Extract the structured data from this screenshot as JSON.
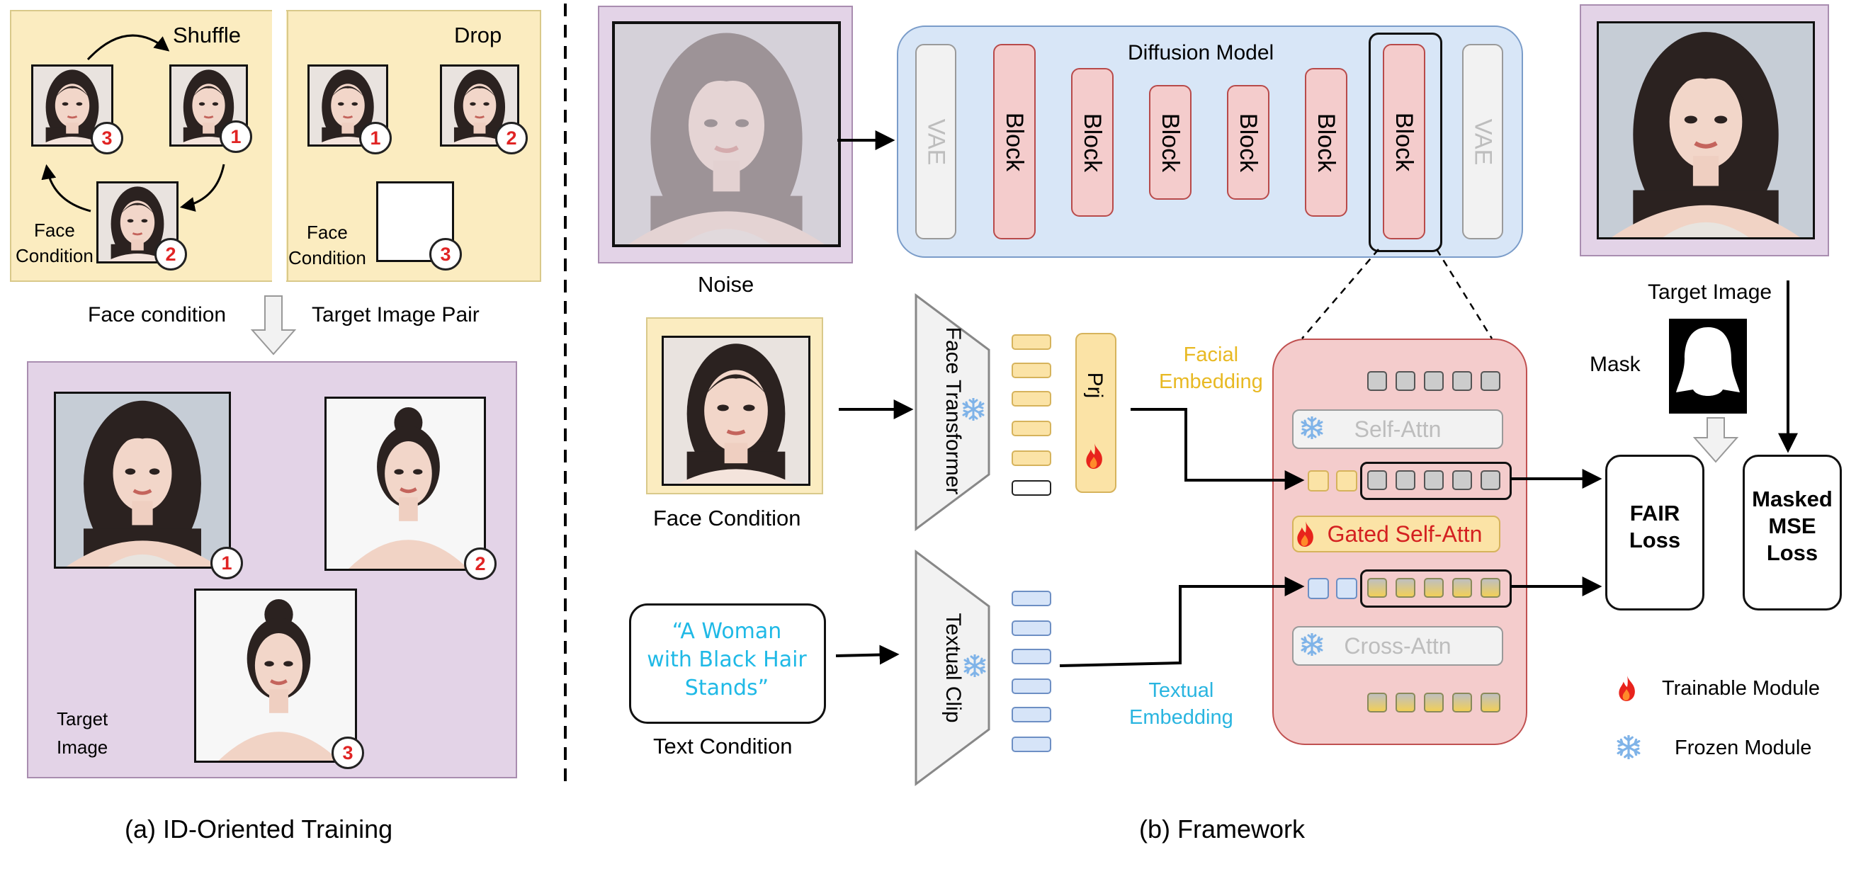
{
  "panel_a": {
    "shuffle": "Shuffle",
    "drop": "Drop",
    "face_condition_line1": "Face",
    "face_condition_line2": "Condition",
    "pair_left": "Face condition",
    "pair_right": "Target Image Pair",
    "target_line1": "Target",
    "target_line2": "Image",
    "caption": "(a) ID-Oriented Training",
    "badges": [
      "1",
      "2",
      "3"
    ]
  },
  "panel_b": {
    "diffusion_model": "Diffusion Model",
    "vae": "VAE",
    "block": "Block",
    "noise": "Noise",
    "face_condition": "Face Condition",
    "face_transformer": "Face Transformer",
    "prj": "Prj",
    "facial_embedding_line1": "Facial",
    "facial_embedding_line2": "Embedding",
    "text_quote_line1": "“A Woman",
    "text_quote_line2": "with Black Hair",
    "text_quote_line3": "Stands”",
    "text_condition": "Text Condition",
    "textual_clip": "Textual Clip",
    "textual_embedding_line1": "Textual",
    "textual_embedding_line2": "Embedding",
    "self_attn": "Self-Attn",
    "gated_self_attn": "Gated Self-Attn",
    "cross_attn": "Cross-Attn",
    "target_image": "Target Image",
    "mask": "Mask",
    "fair_loss_line1": "FAIR",
    "fair_loss_line2": "Loss",
    "masked_mse_line1": "Masked",
    "masked_mse_line2": "MSE",
    "masked_mse_line3": "Loss",
    "legend_trainable": "Trainable Module",
    "legend_frozen": "Frozen Module",
    "caption": "(b) Framework"
  },
  "colors": {
    "yellow_panel": "#fbecc0",
    "purple_panel": "#e3d3e7",
    "diffusion_bg": "#d8e6f7",
    "block_fill": "#f4cccc",
    "facial_embedding_text": "#e8b923",
    "textual_embedding_text": "#2ab5e0",
    "quote_text": "#1fb9e6",
    "badge_text": "#e02424",
    "gated_text": "#d42020"
  },
  "icons": {
    "trainable": "flame-icon",
    "frozen": "snowflake-icon"
  }
}
